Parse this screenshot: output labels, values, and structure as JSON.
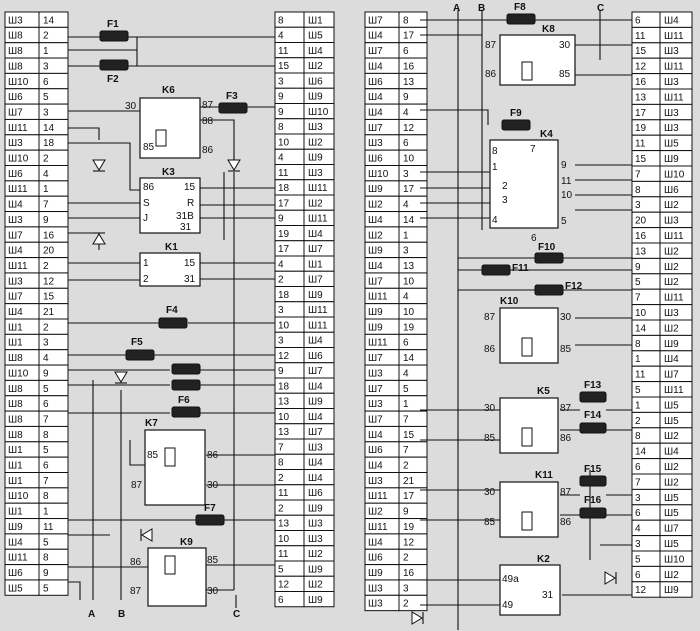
{
  "bus_labels": [
    "A",
    "B",
    "C"
  ],
  "left_connector": [
    {
      "ch": "Ш3",
      "pin": "14"
    },
    {
      "ch": "Ш8",
      "pin": "2"
    },
    {
      "ch": "Ш8",
      "pin": "1"
    },
    {
      "ch": "Ш8",
      "pin": "3"
    },
    {
      "ch": "Ш10",
      "pin": "6"
    },
    {
      "ch": "Ш6",
      "pin": "5"
    },
    {
      "ch": "Ш7",
      "pin": "3"
    },
    {
      "ch": "Ш11",
      "pin": "14"
    },
    {
      "ch": "Ш3",
      "pin": "18"
    },
    {
      "ch": "Ш10",
      "pin": "2"
    },
    {
      "ch": "Ш6",
      "pin": "4"
    },
    {
      "ch": "Ш11",
      "pin": "1"
    },
    {
      "ch": "Ш4",
      "pin": "7"
    },
    {
      "ch": "Ш3",
      "pin": "9"
    },
    {
      "ch": "Ш7",
      "pin": "16"
    },
    {
      "ch": "Ш4",
      "pin": "20"
    },
    {
      "ch": "Ш11",
      "pin": "2"
    },
    {
      "ch": "Ш3",
      "pin": "12"
    },
    {
      "ch": "Ш7",
      "pin": "15"
    },
    {
      "ch": "Ш4",
      "pin": "21"
    },
    {
      "ch": "Ш1",
      "pin": "2"
    },
    {
      "ch": "Ш1",
      "pin": "3"
    },
    {
      "ch": "Ш8",
      "pin": "4"
    },
    {
      "ch": "Ш10",
      "pin": "9"
    },
    {
      "ch": "Ш8",
      "pin": "5"
    },
    {
      "ch": "Ш8",
      "pin": "6"
    },
    {
      "ch": "Ш8",
      "pin": "7"
    },
    {
      "ch": "Ш8",
      "pin": "8"
    },
    {
      "ch": "Ш1",
      "pin": "5"
    },
    {
      "ch": "Ш1",
      "pin": "6"
    },
    {
      "ch": "Ш1",
      "pin": "7"
    },
    {
      "ch": "Ш10",
      "pin": "8"
    },
    {
      "ch": "Ш1",
      "pin": "1"
    },
    {
      "ch": "Ш9",
      "pin": "11"
    },
    {
      "ch": "Ш4",
      "pin": "5"
    },
    {
      "ch": "Ш11",
      "pin": "8"
    },
    {
      "ch": "Ш6",
      "pin": "9"
    },
    {
      "ch": "Ш5",
      "pin": "5"
    }
  ],
  "mid_left_connector": [
    {
      "pin": "8",
      "ch": "Ш1"
    },
    {
      "pin": "4",
      "ch": "Ш5"
    },
    {
      "pin": "11",
      "ch": "Ш4"
    },
    {
      "pin": "15",
      "ch": "Ш2"
    },
    {
      "pin": "3",
      "ch": "Ш6"
    },
    {
      "pin": "9",
      "ch": "Ш9"
    },
    {
      "pin": "9",
      "ch": "Ш10"
    },
    {
      "pin": "8",
      "ch": "Ш3"
    },
    {
      "pin": "10",
      "ch": "Ш2"
    },
    {
      "pin": "4",
      "ch": "Ш9"
    },
    {
      "pin": "11",
      "ch": "Ш3"
    },
    {
      "pin": "18",
      "ch": "Ш11"
    },
    {
      "pin": "17",
      "ch": "Ш2"
    },
    {
      "pin": "9",
      "ch": "Ш11"
    },
    {
      "pin": "19",
      "ch": "Ш4"
    },
    {
      "pin": "17",
      "ch": "Ш7"
    },
    {
      "pin": "4",
      "ch": "Ш1"
    },
    {
      "pin": "2",
      "ch": "Ш7"
    },
    {
      "pin": "18",
      "ch": "Ш9"
    },
    {
      "pin": "3",
      "ch": "Ш11"
    },
    {
      "pin": "10",
      "ch": "Ш11"
    },
    {
      "pin": "3",
      "ch": "Ш4"
    },
    {
      "pin": "12",
      "ch": "Ш6"
    },
    {
      "pin": "9",
      "ch": "Ш7"
    },
    {
      "pin": "18",
      "ch": "Ш4"
    },
    {
      "pin": "13",
      "ch": "Ш9"
    },
    {
      "pin": "10",
      "ch": "Ш4"
    },
    {
      "pin": "13",
      "ch": "Ш7"
    },
    {
      "pin": "7",
      "ch": "Ш3"
    },
    {
      "pin": "8",
      "ch": "Ш4"
    },
    {
      "pin": "2",
      "ch": "Ш4"
    },
    {
      "pin": "11",
      "ch": "Ш6"
    },
    {
      "pin": "2",
      "ch": "Ш9"
    },
    {
      "pin": "13",
      "ch": "Ш3"
    },
    {
      "pin": "10",
      "ch": "Ш3"
    },
    {
      "pin": "11",
      "ch": "Ш2"
    },
    {
      "pin": "5",
      "ch": "Ш9"
    },
    {
      "pin": "12",
      "ch": "Ш2"
    },
    {
      "pin": "6",
      "ch": "Ш9"
    }
  ],
  "mid_right_connector": [
    {
      "ch": "Ш7",
      "pin": "8"
    },
    {
      "ch": "Ш4",
      "pin": "17"
    },
    {
      "ch": "Ш7",
      "pin": "6"
    },
    {
      "ch": "Ш4",
      "pin": "16"
    },
    {
      "ch": "Ш6",
      "pin": "13"
    },
    {
      "ch": "Ш4",
      "pin": "9"
    },
    {
      "ch": "Ш4",
      "pin": "4"
    },
    {
      "ch": "Ш7",
      "pin": "12"
    },
    {
      "ch": "Ш3",
      "pin": "6"
    },
    {
      "ch": "Ш6",
      "pin": "10"
    },
    {
      "ch": "Ш10",
      "pin": "3"
    },
    {
      "ch": "Ш9",
      "pin": "17"
    },
    {
      "ch": "Ш2",
      "pin": "4"
    },
    {
      "ch": "Ш4",
      "pin": "14"
    },
    {
      "ch": "Ш2",
      "pin": "1"
    },
    {
      "ch": "Ш9",
      "pin": "3"
    },
    {
      "ch": "Ш4",
      "pin": "13"
    },
    {
      "ch": "Ш7",
      "pin": "10"
    },
    {
      "ch": "Ш11",
      "pin": "4"
    },
    {
      "ch": "Ш9",
      "pin": "10"
    },
    {
      "ch": "Ш9",
      "pin": "19"
    },
    {
      "ch": "Ш11",
      "pin": "6"
    },
    {
      "ch": "Ш7",
      "pin": "14"
    },
    {
      "ch": "Ш3",
      "pin": "4"
    },
    {
      "ch": "Ш7",
      "pin": "5"
    },
    {
      "ch": "Ш3",
      "pin": "1"
    },
    {
      "ch": "Ш7",
      "pin": "7"
    },
    {
      "ch": "Ш4",
      "pin": "15"
    },
    {
      "ch": "Ш6",
      "pin": "7"
    },
    {
      "ch": "Ш4",
      "pin": "2"
    },
    {
      "ch": "Ш3",
      "pin": "21"
    },
    {
      "ch": "Ш11",
      "pin": "17"
    },
    {
      "ch": "Ш2",
      "pin": "9"
    },
    {
      "ch": "Ш11",
      "pin": "19"
    },
    {
      "ch": "Ш4",
      "pin": "12"
    },
    {
      "ch": "Ш6",
      "pin": "2"
    },
    {
      "ch": "Ш9",
      "pin": "16"
    },
    {
      "ch": "Ш3",
      "pin": "3"
    },
    {
      "ch": "Ш3",
      "pin": "2"
    }
  ],
  "right_connector": [
    {
      "pin": "6",
      "ch": "Ш4"
    },
    {
      "pin": "11",
      "ch": "Ш11"
    },
    {
      "pin": "15",
      "ch": "Ш3"
    },
    {
      "pin": "12",
      "ch": "Ш11"
    },
    {
      "pin": "16",
      "ch": "Ш3"
    },
    {
      "pin": "13",
      "ch": "Ш11"
    },
    {
      "pin": "17",
      "ch": "Ш3"
    },
    {
      "pin": "19",
      "ch": "Ш3"
    },
    {
      "pin": "11",
      "ch": "Ш5"
    },
    {
      "pin": "15",
      "ch": "Ш9"
    },
    {
      "pin": "7",
      "ch": "Ш10"
    },
    {
      "pin": "8",
      "ch": "Ш6"
    },
    {
      "pin": "3",
      "ch": "Ш2"
    },
    {
      "pin": "20",
      "ch": "Ш3"
    },
    {
      "pin": "16",
      "ch": "Ш11"
    },
    {
      "pin": "13",
      "ch": "Ш2"
    },
    {
      "pin": "9",
      "ch": "Ш2"
    },
    {
      "pin": "5",
      "ch": "Ш2"
    },
    {
      "pin": "7",
      "ch": "Ш11"
    },
    {
      "pin": "10",
      "ch": "Ш3"
    },
    {
      "pin": "14",
      "ch": "Ш2"
    },
    {
      "pin": "8",
      "ch": "Ш9"
    },
    {
      "pin": "1",
      "ch": "Ш4"
    },
    {
      "pin": "11",
      "ch": "Ш7"
    },
    {
      "pin": "5",
      "ch": "Ш11"
    },
    {
      "pin": "1",
      "ch": "Ш5"
    },
    {
      "pin": "2",
      "ch": "Ш5"
    },
    {
      "pin": "8",
      "ch": "Ш2"
    },
    {
      "pin": "14",
      "ch": "Ш4"
    },
    {
      "pin": "6",
      "ch": "Ш2"
    },
    {
      "pin": "7",
      "ch": "Ш2"
    },
    {
      "pin": "3",
      "ch": "Ш5"
    },
    {
      "pin": "6",
      "ch": "Ш5"
    },
    {
      "pin": "4",
      "ch": "Ш7"
    },
    {
      "pin": "3",
      "ch": "Ш5"
    },
    {
      "pin": "5",
      "ch": "Ш10"
    },
    {
      "pin": "6",
      "ch": "Ш2"
    },
    {
      "pin": "12",
      "ch": "Ш9"
    }
  ],
  "fuses": [
    "F1",
    "F2",
    "F3",
    "F4",
    "F5",
    "F6",
    "F7",
    "F8",
    "F9",
    "F10",
    "F11",
    "F12",
    "F13",
    "F14",
    "F15",
    "F16"
  ],
  "relays": {
    "K6": {
      "name": "K6",
      "p1": "30",
      "p2": "87",
      "p3": "88",
      "p4": "85",
      "p5": "86"
    },
    "K3": {
      "name": "K3",
      "l1": "86",
      "l2": "S",
      "l3": "J",
      "r1": "15",
      "r2": "R",
      "r3": "31B",
      "r4": "31"
    },
    "K1": {
      "name": "K1",
      "l1": "1",
      "l2": "2",
      "r1": "15",
      "r2": "31"
    },
    "K7": {
      "name": "K7",
      "p1": "85",
      "p2": "86",
      "p3": "87",
      "p4": "30"
    },
    "K9": {
      "name": "K9",
      "p1": "86",
      "p2": "85",
      "p3": "87",
      "p4": "30"
    },
    "K8": {
      "name": "K8",
      "p1": "87",
      "p2": "30",
      "p3": "86",
      "p4": "85"
    },
    "K4": {
      "name": "K4",
      "t1": "7",
      "l1": "8",
      "l2": "1",
      "l3": "2",
      "l4": "3",
      "l5": "4",
      "r1": "9",
      "r2": "11",
      "r3": "10",
      "r4": "5",
      "b1": "6"
    },
    "K10": {
      "name": "K10",
      "p1": "87",
      "p2": "30",
      "p3": "86",
      "p4": "85"
    },
    "K5": {
      "name": "K5",
      "p1": "30",
      "p2": "87",
      "p3": "85",
      "p4": "86"
    },
    "K11": {
      "name": "K11",
      "p1": "30",
      "p2": "87",
      "p3": "85",
      "p4": "86"
    },
    "K2": {
      "name": "K2",
      "p1": "49a",
      "p2": "31",
      "p3": "49"
    }
  }
}
